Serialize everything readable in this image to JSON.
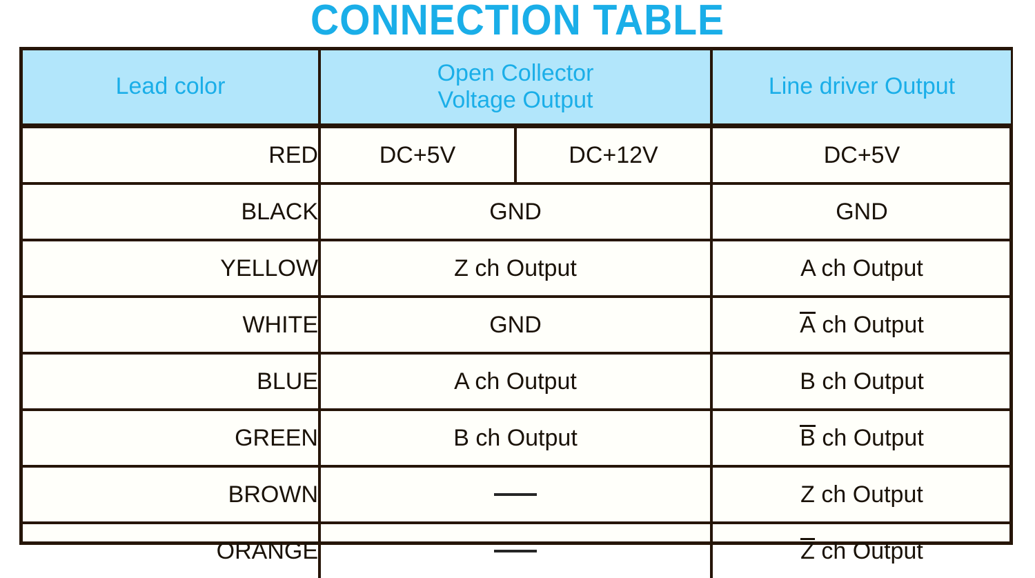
{
  "title": "CONNECTION TABLE",
  "colors": {
    "accent_cyan": "#1aaee8",
    "header_bg": "#b2e6fb",
    "border": "#261508",
    "text_dark": "#1a1208",
    "watermark": "#c3cdf0"
  },
  "table": {
    "headers": {
      "lead_color": "Lead color",
      "open_collector": "Open Collector\nVoltage Output",
      "line_driver": "Line driver Output"
    },
    "rows": [
      {
        "lead": "RED",
        "open_collector_split": true,
        "open_collector_left": "DC+5V",
        "open_collector_right": "DC+12V",
        "line_driver": "DC+5V",
        "line_driver_overline": ""
      },
      {
        "lead": "BLACK",
        "open_collector_split": false,
        "open_collector": "GND",
        "line_driver": "GND",
        "line_driver_overline": ""
      },
      {
        "lead": "YELLOW",
        "open_collector_split": false,
        "open_collector": "Z ch Output",
        "line_driver": "A ch Output",
        "line_driver_overline": ""
      },
      {
        "lead": "WHITE",
        "open_collector_split": false,
        "open_collector": "GND",
        "line_driver": "A ch Output",
        "line_driver_overline": "A"
      },
      {
        "lead": "BLUE",
        "open_collector_split": false,
        "open_collector": "A ch Output",
        "line_driver": "B ch Output",
        "line_driver_overline": ""
      },
      {
        "lead": "GREEN",
        "open_collector_split": false,
        "open_collector": "B ch Output",
        "line_driver": "B ch Output",
        "line_driver_overline": "B"
      },
      {
        "lead": "BROWN",
        "open_collector_split": false,
        "open_collector": "—",
        "open_collector_is_dash": true,
        "line_driver": "Z ch Output",
        "line_driver_overline": ""
      },
      {
        "lead": "ORANGE",
        "open_collector_split": false,
        "open_collector": "—",
        "open_collector_is_dash": true,
        "line_driver": "Z ch Output",
        "line_driver_overline": "Z"
      }
    ]
  },
  "watermark": {
    "name": "gear-k-arrow-logo"
  }
}
